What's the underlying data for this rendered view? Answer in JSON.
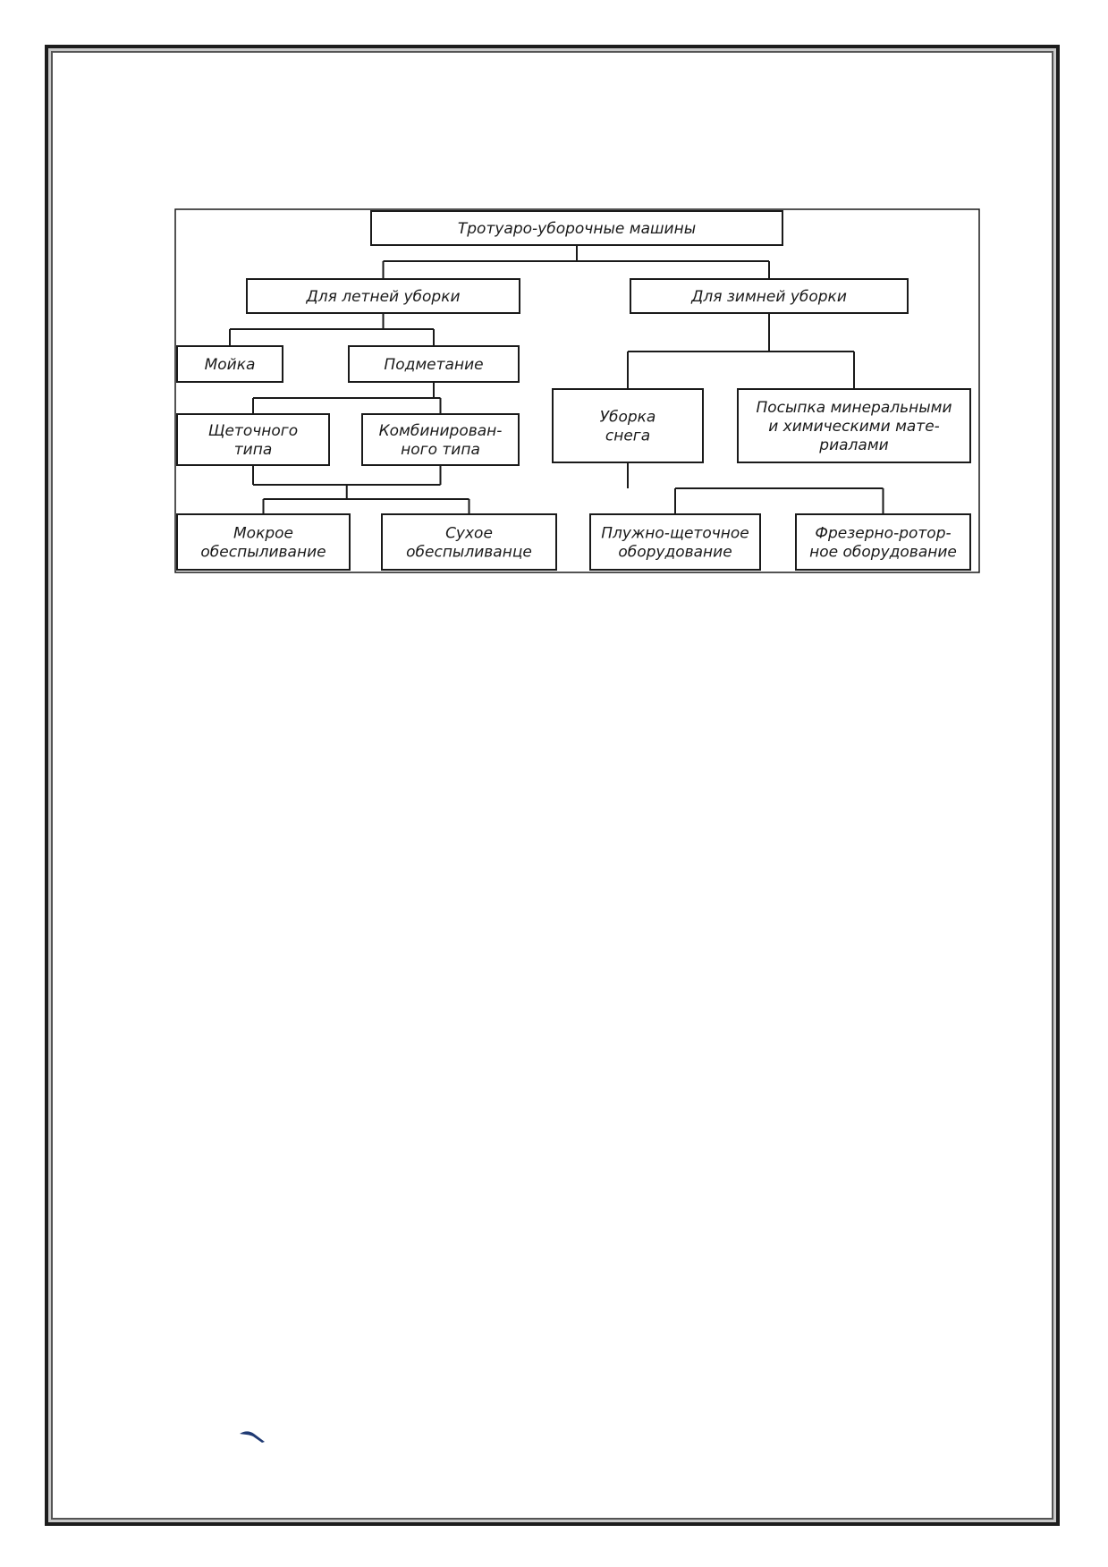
{
  "diagram": {
    "nodes": {
      "root": [
        "Тротуаро-уборочные машины"
      ],
      "summer": [
        "Для летней уборки"
      ],
      "winter": [
        "Для зимней уборки"
      ],
      "washing": [
        "Мойка"
      ],
      "sweeping": [
        "Подметание"
      ],
      "brush_type": [
        "Щеточного",
        "типа"
      ],
      "combined_type": [
        "Комбинирован-",
        "ного типа"
      ],
      "wet_dusting": [
        "Мокрое",
        "обеспыливание"
      ],
      "dry_dusting": [
        "Сухое",
        "обеспыливанце"
      ],
      "snow_removal": [
        "Уборка",
        "снега"
      ],
      "spreading": [
        "Посыпка минеральными",
        "и химическими мате-",
        "риалами"
      ],
      "plough_brush": [
        "Плужно-щеточное",
        "оборудование"
      ],
      "milling_rotor": [
        "Фрезерно-ротор-",
        "ное оборудование"
      ]
    },
    "edges": [
      [
        "root",
        "summer"
      ],
      [
        "root",
        "winter"
      ],
      [
        "summer",
        "washing"
      ],
      [
        "summer",
        "sweeping"
      ],
      [
        "sweeping",
        "brush_type"
      ],
      [
        "sweeping",
        "combined_type"
      ],
      [
        "brush_type",
        "wet_dusting"
      ],
      [
        "brush_type",
        "dry_dusting"
      ],
      [
        "combined_type",
        "wet_dusting"
      ],
      [
        "combined_type",
        "dry_dusting"
      ],
      [
        "winter",
        "snow_removal"
      ],
      [
        "winter",
        "spreading"
      ],
      [
        "snow_removal",
        "plough_brush"
      ],
      [
        "snow_removal",
        "milling_rotor"
      ]
    ]
  },
  "colors": {
    "ink": "#1a1a1a",
    "frame": "#1c1c1c",
    "cursor": "#1f3a73"
  }
}
